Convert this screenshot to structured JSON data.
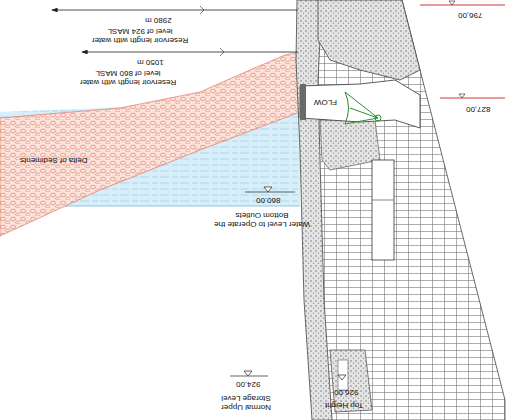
{
  "diagram": {
    "labels": [
      "Reservoir length with water level of 924 MASL",
      "2980 m",
      "Reservoir length with water level of 860 MASL",
      "1050 m",
      "796,00",
      "827,00",
      "FLOW",
      "Delta of Sediments",
      "860.00",
      "Water Level to Operate the Bottom Outlets",
      "924.00",
      "Normal Upper Storage Level",
      "926.00",
      "Top Height"
    ]
  }
}
